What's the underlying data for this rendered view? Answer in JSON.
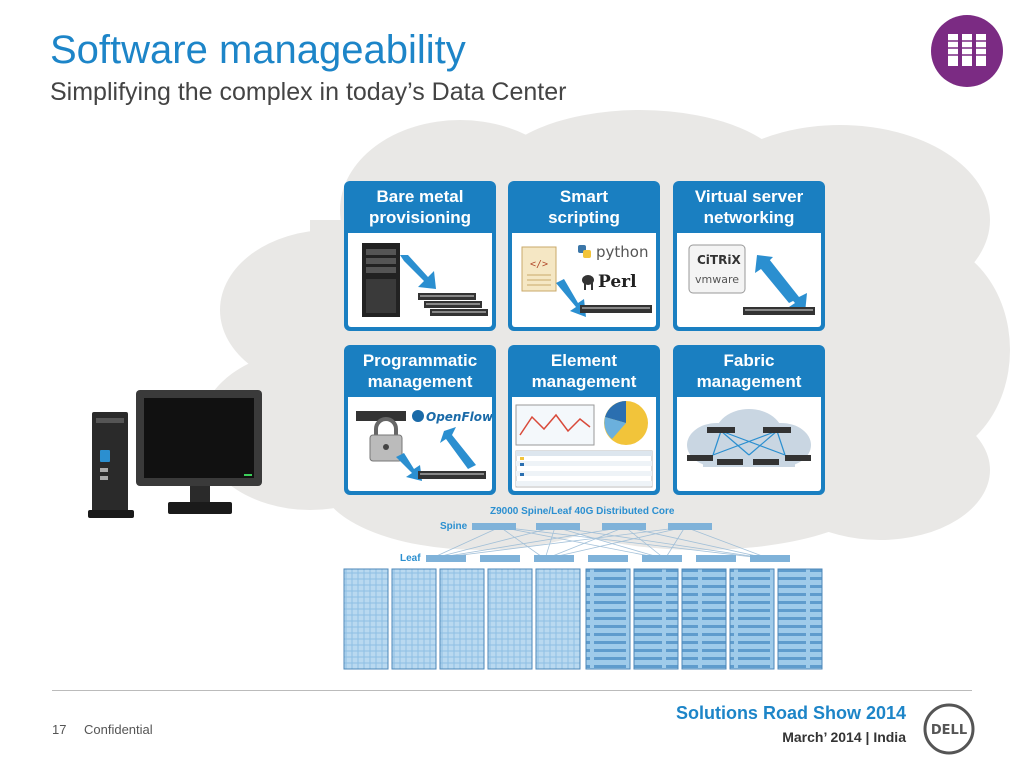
{
  "slide": {
    "title": "Software manageability",
    "subtitle": "Simplifying the complex in today’s Data Center"
  },
  "cards": [
    {
      "label_line1": "Bare metal",
      "label_line2": "provisioning"
    },
    {
      "label_line1": "Smart",
      "label_line2": "scripting"
    },
    {
      "label_line1": "Virtual server",
      "label_line2": "networking"
    },
    {
      "label_line1": "Programmatic",
      "label_line2": "management"
    },
    {
      "label_line1": "Element",
      "label_line2": "management"
    },
    {
      "label_line1": "Fabric",
      "label_line2": "management"
    }
  ],
  "card_icons": {
    "python": "python",
    "perl": "Perl",
    "citrix": "CiTRiX",
    "vmware": "vmware",
    "openflow": "OpenFlow"
  },
  "fabric": {
    "title": "Z9000 Spine/Leaf 40G Distributed Core",
    "spine_label": "Spine",
    "leaf_label": "Leaf"
  },
  "footer": {
    "page_number": "17",
    "confidential": "Confidential",
    "event_name": "Solutions Road Show 2014",
    "event_date": "March’ 2014 | India",
    "logo_text": "DELL"
  },
  "colors": {
    "accent": "#1d85c8",
    "badge": "#7b2b83",
    "card": "#1a7fc1"
  }
}
